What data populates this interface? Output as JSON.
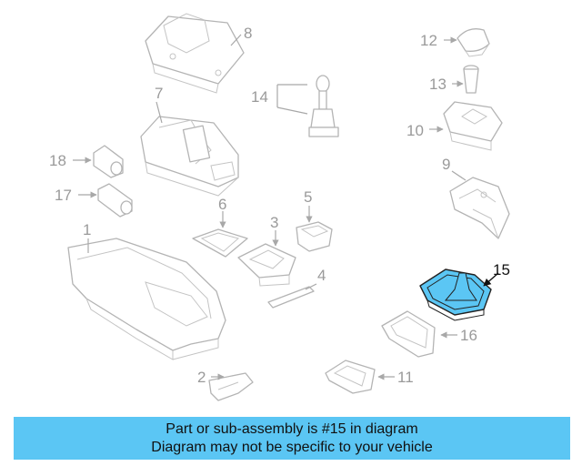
{
  "diagram": {
    "highlight_color": "#5bc6f4",
    "highlighted_part": "15",
    "callouts": [
      {
        "id": "c1",
        "label": "1"
      },
      {
        "id": "c2",
        "label": "2"
      },
      {
        "id": "c3",
        "label": "3"
      },
      {
        "id": "c4",
        "label": "4"
      },
      {
        "id": "c5",
        "label": "5"
      },
      {
        "id": "c6",
        "label": "6"
      },
      {
        "id": "c7",
        "label": "7"
      },
      {
        "id": "c8",
        "label": "8"
      },
      {
        "id": "c9",
        "label": "9"
      },
      {
        "id": "c10",
        "label": "10"
      },
      {
        "id": "c11",
        "label": "11"
      },
      {
        "id": "c12",
        "label": "12"
      },
      {
        "id": "c13",
        "label": "13"
      },
      {
        "id": "c14",
        "label": "14"
      },
      {
        "id": "c15",
        "label": "15"
      },
      {
        "id": "c16",
        "label": "16"
      },
      {
        "id": "c17",
        "label": "17"
      },
      {
        "id": "c18",
        "label": "18"
      }
    ]
  },
  "banner": {
    "line1": "Part or sub-assembly is #15 in diagram",
    "line2": "Diagram may not be specific to your vehicle",
    "background": "#5bc6f4"
  }
}
